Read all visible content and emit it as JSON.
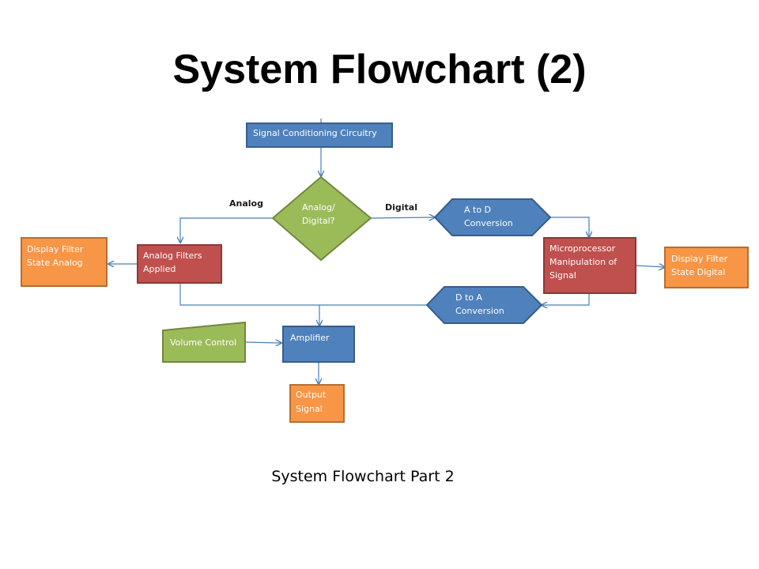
{
  "title": "System Flowchart (2)",
  "caption": "System Flowchart Part 2",
  "colors": {
    "process_blue": "#4f81bd",
    "process_red": "#c0504d",
    "display_orange": "#f79646",
    "decision_green": "#9bbb59",
    "connector": "#4a7ebb"
  },
  "nodes": {
    "signal_conditioning": "Signal Conditioning Circuitry",
    "decision": [
      "Analog/",
      "Digital?"
    ],
    "analog_filters": [
      "Analog Filters",
      "Applied"
    ],
    "display_analog": [
      "Display Filter",
      "State Analog"
    ],
    "a_to_d": [
      "A to D",
      "Conversion"
    ],
    "microprocessor": [
      "Microprocessor",
      "Manipulation of",
      "Signal"
    ],
    "display_digital": [
      "Display Filter",
      "State Digital"
    ],
    "d_to_a": [
      "D to A",
      "Conversion"
    ],
    "volume_control": "Volume Control",
    "amplifier": "Amplifier",
    "output_signal": [
      "Output",
      "Signal"
    ]
  },
  "edge_labels": {
    "analog": "Analog",
    "digital": "Digital"
  }
}
